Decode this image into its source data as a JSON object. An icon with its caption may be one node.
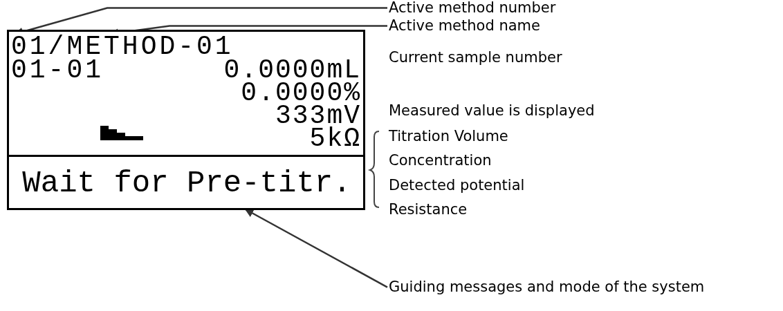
{
  "diagram": {
    "nodes": [
      {
        "text": [],
        "shape": "box"
      },
      {
        "text": [
          "01/METHOD-01"
        ],
        "in": 0
      },
      {
        "text": [
          "Wait for Pre-titr."
        ],
        "in": 0
      },
      {
        "text": [
          "Active method number"
        ]
      },
      {
        "text": [
          "Active method name"
        ]
      },
      {
        "text": [
          "Guiding messages and mode of the system"
        ]
      }
    ],
    "edges": [
      {
        "from": 3,
        "to": 1,
        "arrow": "to"
      },
      {
        "from": 4,
        "to": 1,
        "arrow": "to"
      },
      {
        "from": 5,
        "to": 2,
        "arrow": "to"
      }
    ],
    "labels": [
      "01-01",
      "0.0000mL",
      "0.0000%",
      "333mV",
      "5kΩ",
      "Current sample number",
      "Measured value is displayed",
      "Titration Volume",
      "Concentration",
      "Detected potential",
      "Resistance"
    ]
  }
}
